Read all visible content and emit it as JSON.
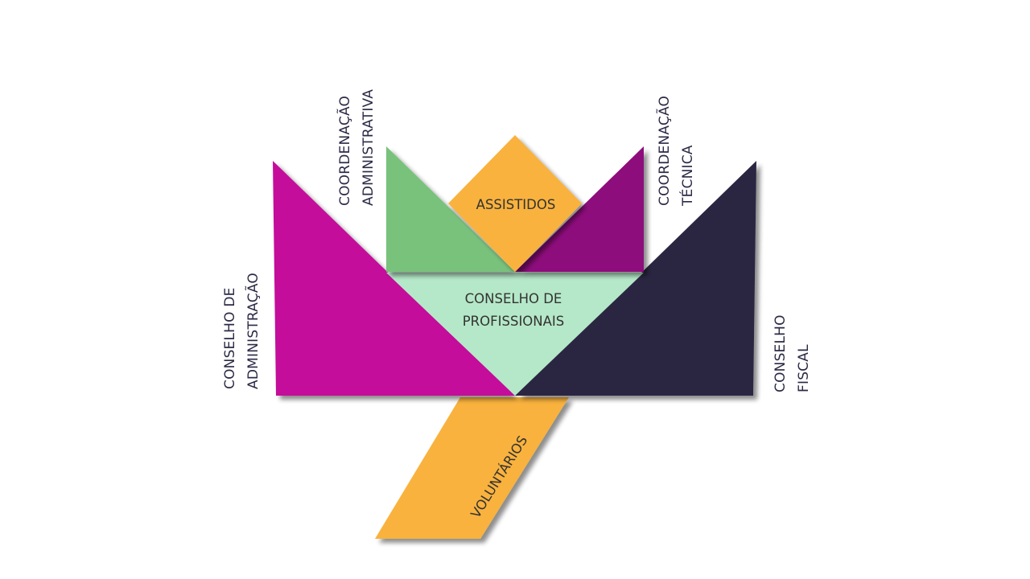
{
  "diagram": {
    "title": "",
    "colors": {
      "magenta": "#c4109a",
      "navy": "#2c2642",
      "mint": "#b5e8c8",
      "green": "#79c27b",
      "purple": "#8e117b",
      "orange": "#f9b23d",
      "text_dark": "#2b2a45"
    },
    "shapes": {
      "assistidos": {
        "label": "ASSISTIDOS"
      },
      "conselho_profissionais": {
        "line1": "CONSELHO DE",
        "line2": "PROFISSIONAIS"
      },
      "voluntarios": {
        "label": "VOLUNTÁRIOS"
      }
    },
    "side_labels": {
      "conselho_administracao": {
        "line1": "CONSELHO DE",
        "line2": "ADMINISTRAÇÃO"
      },
      "coordenacao_administrativa": {
        "line1": "COORDENAÇÃO",
        "line2": "ADMINISTRATIVA"
      },
      "coordenacao_tecnica": {
        "line1": "COORDENAÇÃO",
        "line2": "TÉCNICA"
      },
      "conselho_fiscal": {
        "line1": "CONSELHO",
        "line2": "FISCAL"
      }
    }
  }
}
